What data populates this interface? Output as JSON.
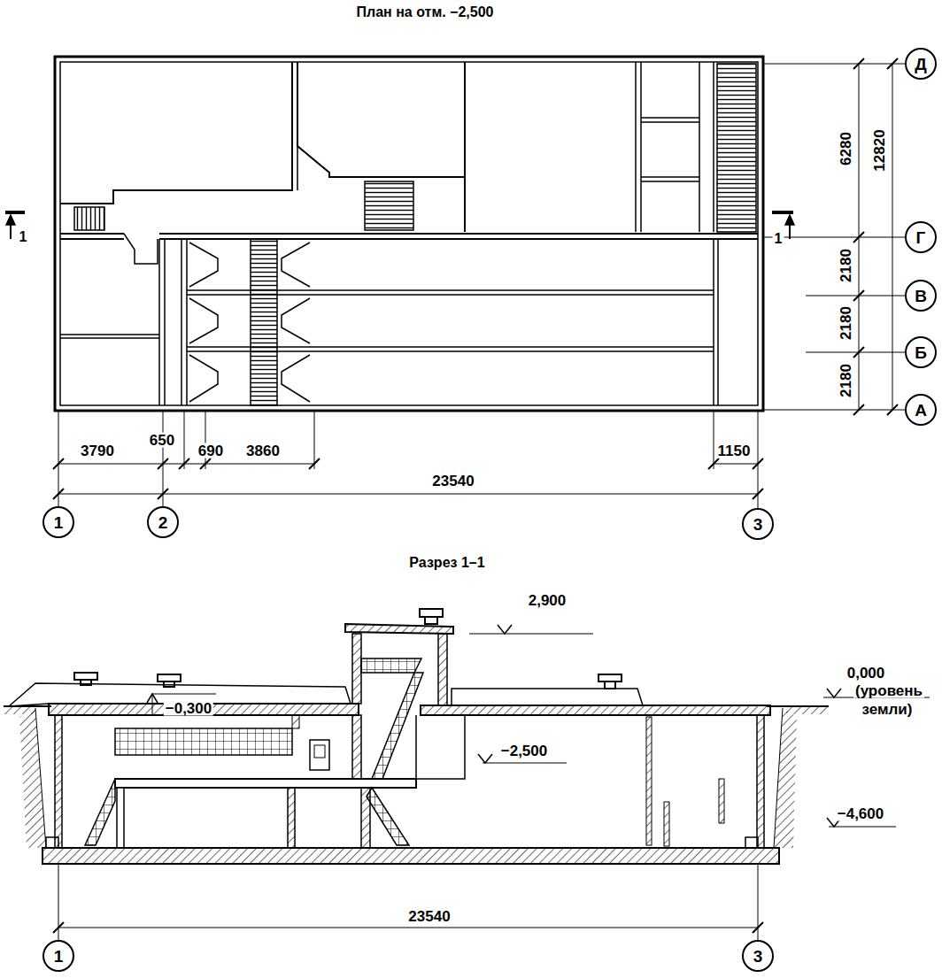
{
  "diagram": {
    "title": "План на отм. −2,500",
    "nodes": [
      {
        "text": [
          "Д"
        ]
      },
      {
        "text": [
          "Г"
        ]
      },
      {
        "text": [
          "В"
        ]
      },
      {
        "text": [
          "Б"
        ]
      },
      {
        "text": [
          "А"
        ]
      },
      {
        "text": [
          "1"
        ]
      },
      {
        "text": [
          "2"
        ]
      },
      {
        "text": [
          "3"
        ]
      },
      {
        "text": [
          "1"
        ]
      },
      {
        "text": [
          "3"
        ]
      }
    ],
    "labels": [
      "Разрез 1–1",
      "6280",
      "12820",
      "2180",
      "2180",
      "2180",
      "3790",
      "650",
      "690",
      "3860",
      "1150",
      "23540",
      "1",
      "1",
      "2,900",
      "0,000",
      "(уровень",
      "земли)",
      "−0,300",
      "−2,500",
      "−4,600",
      "23540"
    ]
  }
}
